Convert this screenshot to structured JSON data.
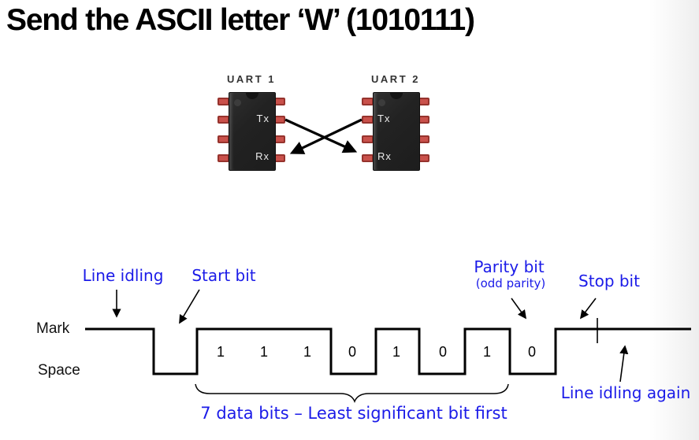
{
  "slide": {
    "title": "Send the ASCII letter ‘W’ (1010111)"
  },
  "uart_diagram": {
    "chips": [
      {
        "name": "UART 1",
        "tx": "Tx",
        "rx": "Rx"
      },
      {
        "name": "UART 2",
        "tx": "Tx",
        "rx": "Rx"
      }
    ],
    "connections": [
      "UART 1 Tx to UART 2 Rx",
      "UART 2 Tx to UART 1 Rx"
    ]
  },
  "waveform": {
    "mark_label": "Mark",
    "space_label": "Space",
    "bits": [
      "1",
      "1",
      "1",
      "0",
      "1",
      "0",
      "1",
      "0"
    ],
    "annotations": {
      "line_idling": "Line idling",
      "start_bit": "Start bit",
      "parity_bit": "Parity bit",
      "parity_note": "(odd parity)",
      "stop_bit": "Stop bit",
      "line_idling_again": "Line idling again",
      "data_bits_caption": "7 data bits – Least significant bit first"
    }
  },
  "colors": {
    "annotation_blue": "#1b1be8",
    "signal_black": "#000000",
    "pin_red": "#c9514b",
    "chip_body": "#232323"
  }
}
